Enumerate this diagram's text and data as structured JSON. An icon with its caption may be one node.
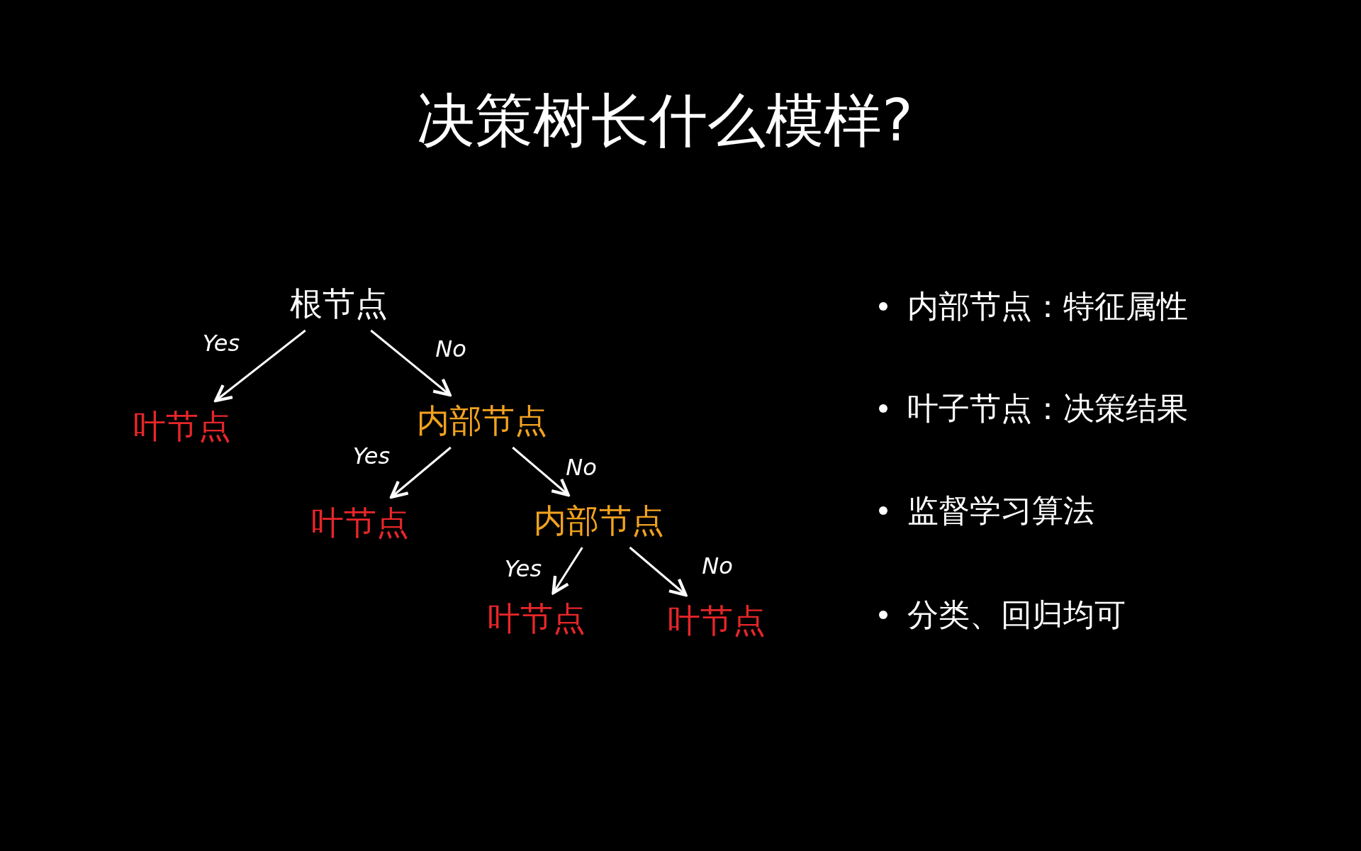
{
  "diagram": {
    "title": "决策树长什么模样?",
    "nodes": [
      {
        "text": [
          "根节点"
        ]
      },
      {
        "text": [
          "叶节点"
        ]
      },
      {
        "text": [
          "内部节点"
        ]
      },
      {
        "text": [
          "叶节点"
        ]
      },
      {
        "text": [
          "内部节点"
        ]
      },
      {
        "text": [
          "叶节点"
        ]
      },
      {
        "text": [
          "叶节点"
        ]
      }
    ],
    "edges": [
      {
        "from": 0,
        "to": 1,
        "arrow": "to",
        "label": "Yes"
      },
      {
        "from": 0,
        "to": 2,
        "arrow": "to",
        "label": "No"
      },
      {
        "from": 2,
        "to": 3,
        "arrow": "to",
        "label": "Yes"
      },
      {
        "from": 2,
        "to": 4,
        "arrow": "to",
        "label": "No"
      },
      {
        "from": 4,
        "to": 5,
        "arrow": "to",
        "label": "Yes"
      },
      {
        "from": 4,
        "to": 6,
        "arrow": "to",
        "label": "No"
      }
    ],
    "labels": [
      "内部节点：特征属性",
      "叶子节点：决策结果",
      "监督学习算法",
      "分类、回归均可"
    ]
  }
}
